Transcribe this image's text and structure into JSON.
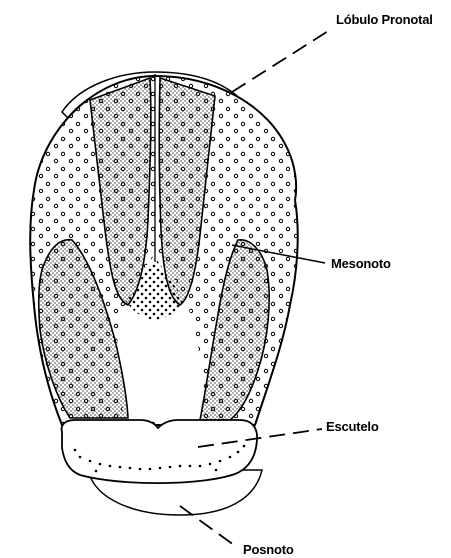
{
  "labels": {
    "lobulo_pronotal": "Lóbulo Pronotal",
    "mesonoto": "Mesonoto",
    "escutelo": "Escutelo",
    "posnoto": "Posnoto"
  },
  "colors": {
    "ink": "#000000",
    "paper": "#ffffff"
  }
}
